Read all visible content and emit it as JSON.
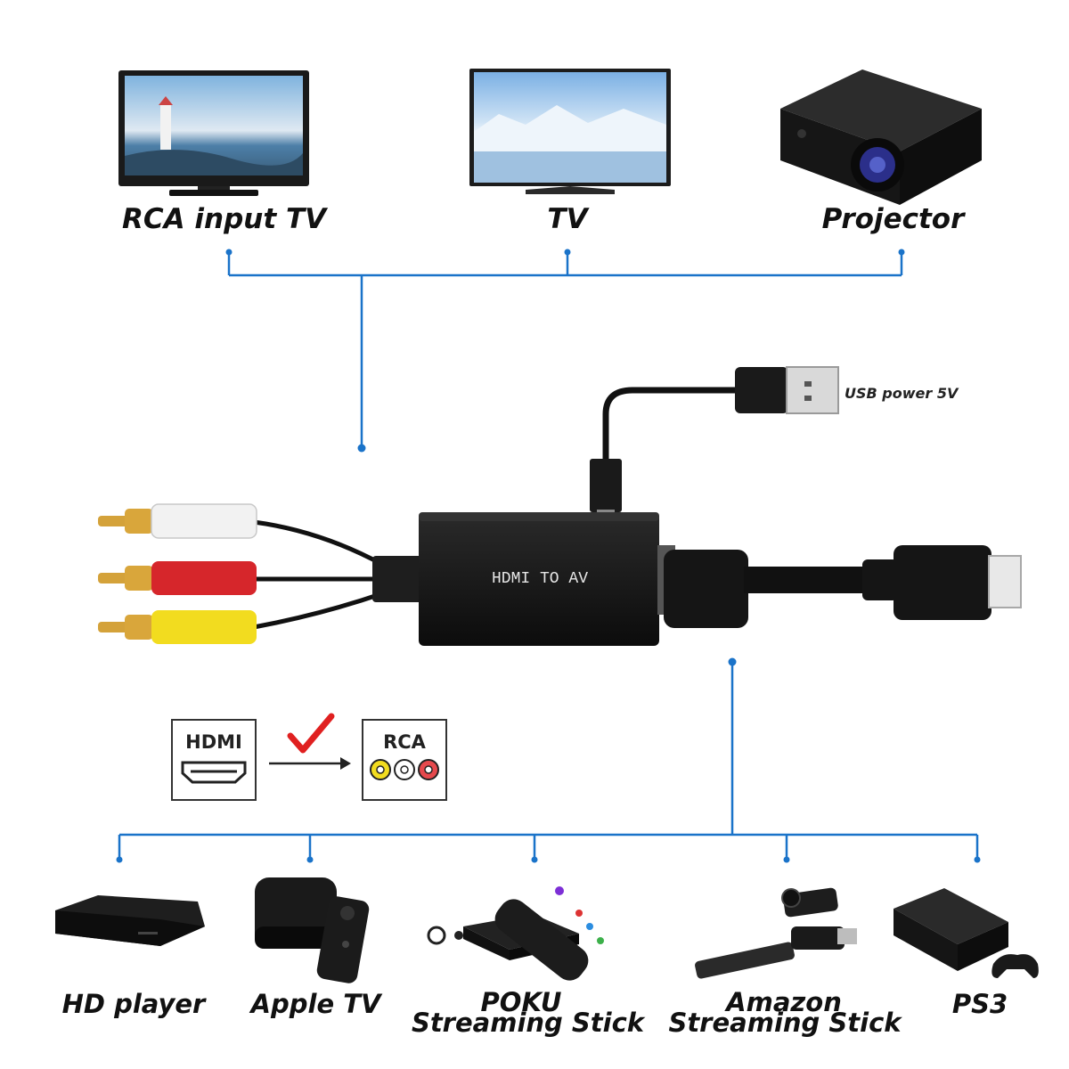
{
  "outputs": [
    {
      "label": "RCA input TV"
    },
    {
      "label": "TV"
    },
    {
      "label": "Projector"
    }
  ],
  "adapter": {
    "label": "HDMI TO AV"
  },
  "usb": {
    "label": "USB power 5V"
  },
  "conversion": {
    "from": "HDMI",
    "to": "RCA"
  },
  "sources": [
    {
      "label": "HD player"
    },
    {
      "label": "Apple TV"
    },
    {
      "label": "POKU",
      "label2": "Streaming Stick"
    },
    {
      "label": "Amazon",
      "label2": "Streaming Stick"
    },
    {
      "label": "PS3"
    }
  ],
  "colors": {
    "connector_line": "#1a73c9",
    "rca_yellow": "#f2dc1f",
    "rca_red": "#d6262b",
    "rca_white": "#f2f2f2",
    "check": "#e02020"
  }
}
